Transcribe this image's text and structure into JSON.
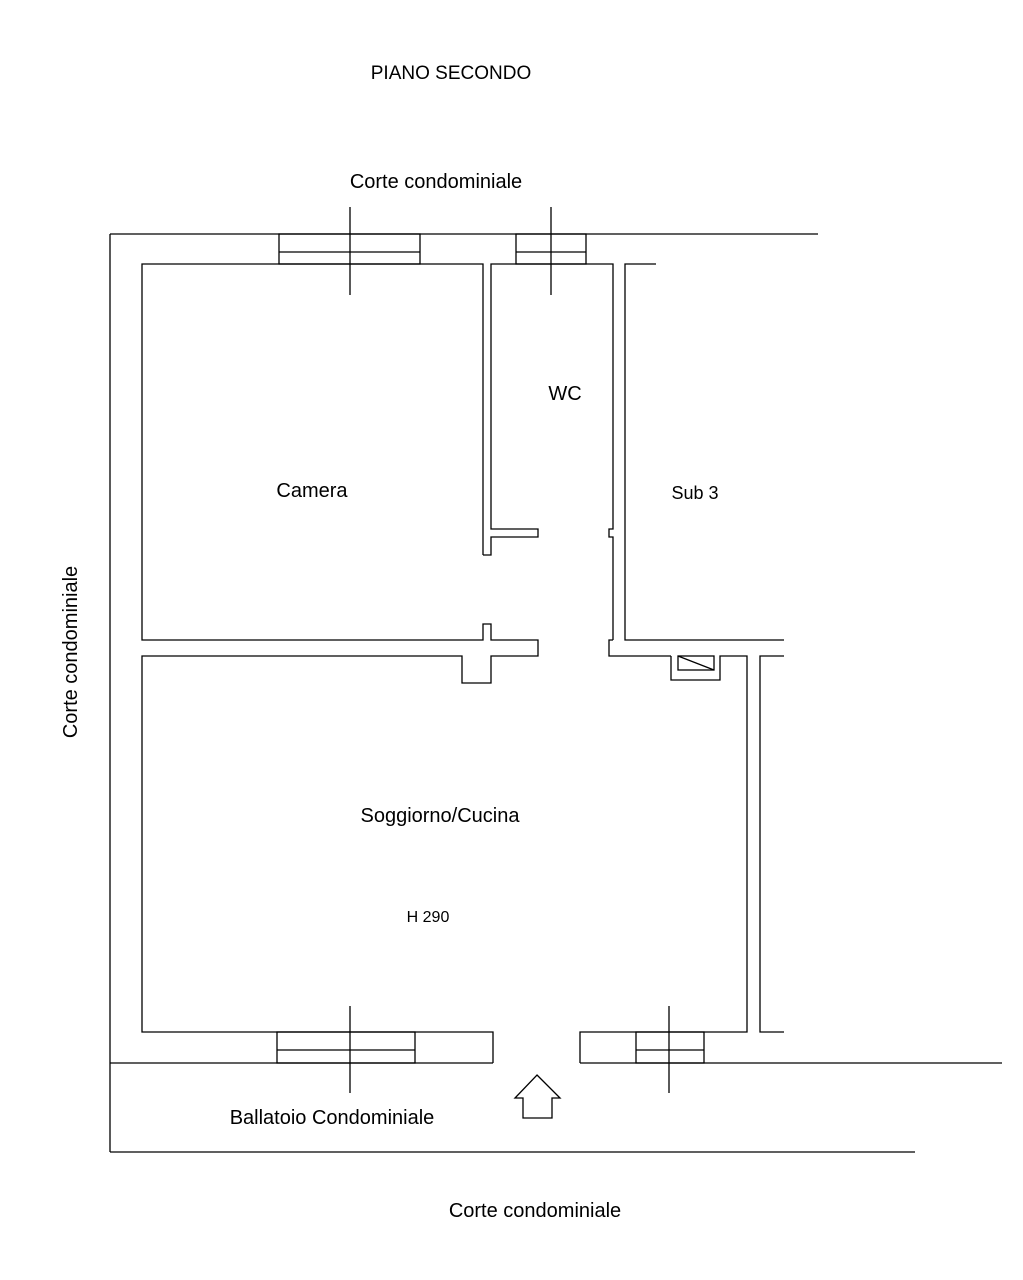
{
  "title": "PIANO SECONDO",
  "labels": {
    "top_court": "Corte condominiale",
    "left_court": "Corte condominiale",
    "bottom_court": "Corte condominiale",
    "ballatoio": "Ballatoio Condominiale",
    "camera": "Camera",
    "wc": "WC",
    "sub3": "Sub 3",
    "soggiorno": "Soggiorno/Cucina",
    "height": "H 290"
  },
  "colors": {
    "line": "#000000",
    "background": "#ffffff"
  },
  "icons": {
    "entrance": "arrow-up-icon"
  }
}
